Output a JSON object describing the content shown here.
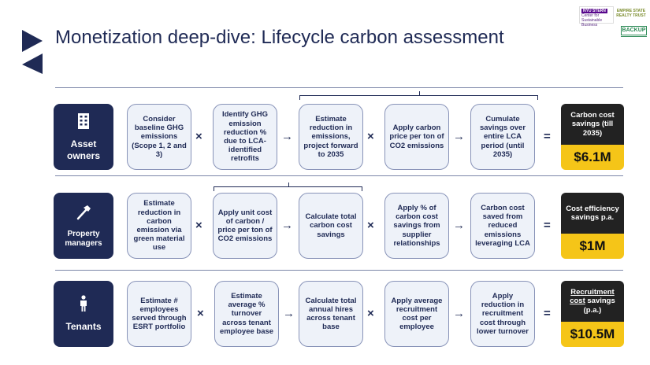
{
  "slide": {
    "title": "Monetization deep-dive: Lifecycle carbon assessment",
    "brand": {
      "nyu_tag": "NYU STERN",
      "nyu_text": "Center for Sustainable Business",
      "esrt_text": "EMPIRE STATE",
      "esrt_sub": "REALTY TRUST"
    },
    "backup_label": "BACKUP"
  },
  "rows": [
    {
      "label": "Asset owners",
      "icon": "building-icon",
      "steps": [
        "Consider baseline GHG emissions (Scope 1, 2 and 3)",
        "Identify GHG emission reduction % due to LCA-identified retrofits",
        "Estimate reduction in emissions, project forward to 2035",
        "Apply carbon price per ton of CO2 emissions",
        "Cumulate savings over entire LCA period (until 2035)"
      ],
      "operators": [
        "×",
        "→",
        "×",
        "→",
        "="
      ],
      "result": {
        "label": "Carbon cost savings (till 2035)",
        "value": "$6.1M"
      }
    },
    {
      "label": "Property managers",
      "icon": "hammer-icon",
      "steps": [
        "Estimate reduction in carbon emission via green material use",
        "Apply unit cost of carbon / price per ton of CO2 emissions",
        "Calculate total carbon cost savings",
        "Apply % of carbon cost savings from supplier relationships",
        "Carbon cost saved from reduced emissions leveraging LCA"
      ],
      "operators": [
        "×",
        "→",
        "×",
        "→",
        "="
      ],
      "result": {
        "label": "Cost efficiency savings p.a.",
        "value": "$1M"
      }
    },
    {
      "label": "Tenants",
      "icon": "person-icon",
      "steps": [
        "Estimate # employees served through ESRT portfolio",
        "Estimate average % turnover across tenant employee base",
        "Calculate total annual hires across tenant base",
        "Apply average recruitment cost per employee",
        "Apply reduction in recruitment cost through lower turnover"
      ],
      "operators": [
        "×",
        "→",
        "×",
        "→",
        "="
      ],
      "result": {
        "label_underlined": "Recruitment cost",
        "label_rest": " savings (p.a.)",
        "value": "$10.5M"
      }
    }
  ],
  "colors": {
    "navy": "#1f2a55",
    "step_fill": "#eef2f9",
    "step_border": "#8893b8",
    "result_dark": "#222222",
    "result_yellow": "#f5c518"
  }
}
